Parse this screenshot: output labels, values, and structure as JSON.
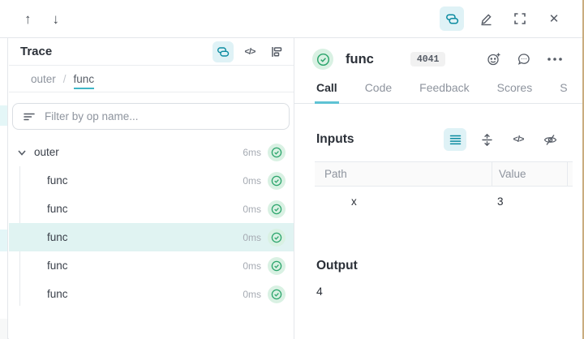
{
  "colors": {
    "teal": "#0b8ba0",
    "teal_bg": "#dff2f6",
    "tab_underline": "#5ec2d4",
    "selected_row_bg": "#e0f3f2",
    "green": "#2ca56c",
    "green_bg": "#d9f1e3",
    "border": "#e4e7eb",
    "text_dark": "#2b3038",
    "text_muted": "#8e949e",
    "edge_tan": "#c9ac7e"
  },
  "icons": {
    "arrow_up": "↑",
    "arrow_down": "↓",
    "code_glyph": "</>",
    "close_glyph": "✕"
  },
  "trace_panel": {
    "title": "Trace",
    "breadcrumb": {
      "parent": "outer",
      "separator": "/",
      "current": "func"
    },
    "filter_placeholder": "Filter by op name...",
    "tree": [
      {
        "label": "outer",
        "duration": "6ms",
        "depth": 0,
        "expanded": true,
        "selected": false
      },
      {
        "label": "func",
        "duration": "0ms",
        "depth": 1,
        "selected": false
      },
      {
        "label": "func",
        "duration": "0ms",
        "depth": 1,
        "selected": false
      },
      {
        "label": "func",
        "duration": "0ms",
        "depth": 1,
        "selected": true
      },
      {
        "label": "func",
        "duration": "0ms",
        "depth": 1,
        "selected": false
      },
      {
        "label": "func",
        "duration": "0ms",
        "depth": 1,
        "selected": false
      }
    ]
  },
  "detail_panel": {
    "title": "func",
    "id_badge": "4041",
    "tabs": [
      {
        "label": "Call",
        "active": true
      },
      {
        "label": "Code",
        "active": false
      },
      {
        "label": "Feedback",
        "active": false
      },
      {
        "label": "Scores",
        "active": false
      },
      {
        "label": "S",
        "active": false
      }
    ],
    "inputs": {
      "heading": "Inputs",
      "table": {
        "columns": [
          "Path",
          "Value"
        ],
        "rows": [
          {
            "path": "x",
            "value": "3"
          }
        ]
      }
    },
    "output": {
      "heading": "Output",
      "value": "4"
    }
  }
}
